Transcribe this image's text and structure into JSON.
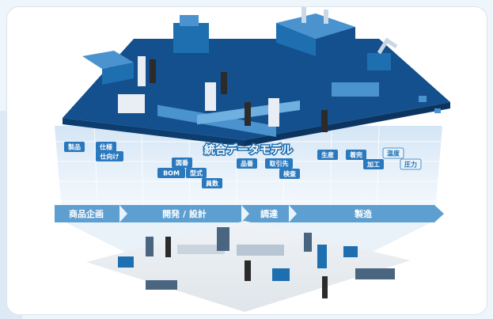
{
  "title": "統合データモデル",
  "data_tags": [
    {
      "text": "製品",
      "style": "blue"
    },
    {
      "text": "仕様",
      "style": "blue"
    },
    {
      "text": "仕向け",
      "style": "blue"
    },
    {
      "text": "図番",
      "style": "blue"
    },
    {
      "text": "BOM",
      "style": "blue"
    },
    {
      "text": "型式",
      "style": "blue"
    },
    {
      "text": "員数",
      "style": "blue"
    },
    {
      "text": "品番",
      "style": "blue"
    },
    {
      "text": "取引先",
      "style": "blue"
    },
    {
      "text": "検査",
      "style": "blue"
    },
    {
      "text": "生産",
      "style": "blue"
    },
    {
      "text": "着完",
      "style": "blue"
    },
    {
      "text": "加工",
      "style": "blue"
    },
    {
      "text": "温度",
      "style": "light"
    },
    {
      "text": "圧力",
      "style": "light"
    }
  ],
  "process_steps": [
    "商品企画",
    "開発 / 設計",
    "調達",
    "製造"
  ],
  "colors": {
    "dark_blue": "#13508d",
    "mid_blue": "#1e6fb0",
    "light_blue": "#4a93cf",
    "tag_blue": "#2a78bd",
    "tag_light": "#e8f2fb",
    "arrow_bar": "#5e9fd1"
  }
}
